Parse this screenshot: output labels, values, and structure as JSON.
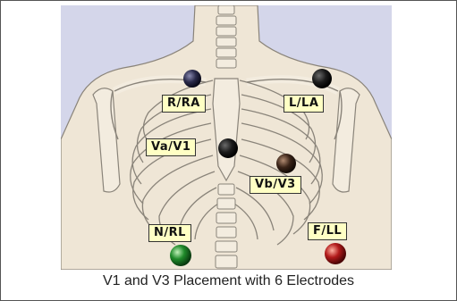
{
  "caption": "V1 and V3 Placement with 6 Electrodes",
  "colors": {
    "background": "#d4d6ea",
    "skin": "#efe6d6",
    "bone_outline": "#8a847a",
    "label_fill": "#ffffc4",
    "electrode_dark": "#1b1b1b",
    "electrode_brown": "#3a2418",
    "electrode_green": "#1f8a2a",
    "electrode_red": "#b21b1b"
  },
  "electrodes": [
    {
      "label": "R/RA",
      "color": "electrode_dark"
    },
    {
      "label": "L/LA",
      "color": "electrode_dark"
    },
    {
      "label": "Va/V1",
      "color": "electrode_dark"
    },
    {
      "label": "Vb/V3",
      "color": "electrode_brown"
    },
    {
      "label": "N/RL",
      "color": "electrode_green"
    },
    {
      "label": "F/LL",
      "color": "electrode_red"
    }
  ]
}
